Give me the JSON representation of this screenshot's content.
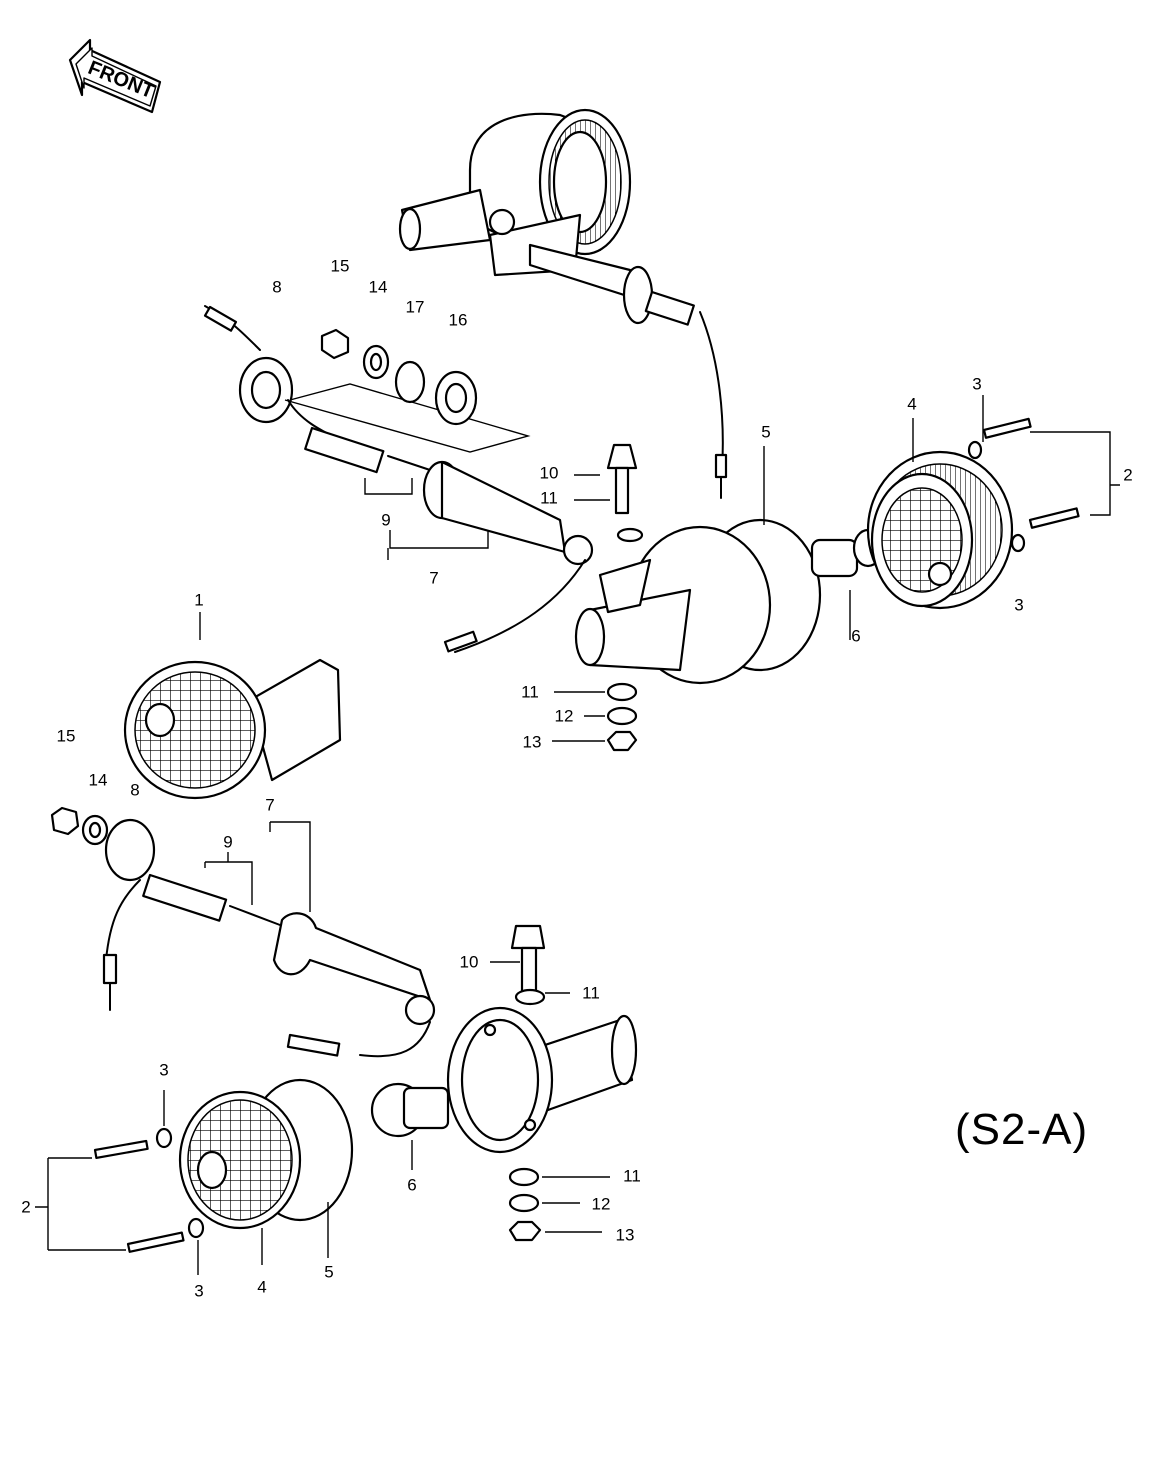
{
  "diagram": {
    "direction_label": "FRONT",
    "code": "(S2-A)"
  },
  "callouts": [
    {
      "id": "c15a",
      "text": "15"
    },
    {
      "id": "c8a",
      "text": "8"
    },
    {
      "id": "c14a",
      "text": "14"
    },
    {
      "id": "c17",
      "text": "17"
    },
    {
      "id": "c16",
      "text": "16"
    },
    {
      "id": "c3a",
      "text": "3"
    },
    {
      "id": "c4a",
      "text": "4"
    },
    {
      "id": "c5a",
      "text": "5"
    },
    {
      "id": "c2a",
      "text": "2"
    },
    {
      "id": "c10a",
      "text": "10"
    },
    {
      "id": "c11a",
      "text": "11"
    },
    {
      "id": "c9a",
      "text": "9"
    },
    {
      "id": "c7a",
      "text": "7"
    },
    {
      "id": "c6a",
      "text": "6"
    },
    {
      "id": "c3b",
      "text": "3"
    },
    {
      "id": "c1",
      "text": "1"
    },
    {
      "id": "c11b",
      "text": "11"
    },
    {
      "id": "c12a",
      "text": "12"
    },
    {
      "id": "c13a",
      "text": "13"
    },
    {
      "id": "c15b",
      "text": "15"
    },
    {
      "id": "c14b",
      "text": "14"
    },
    {
      "id": "c8b",
      "text": "8"
    },
    {
      "id": "c7b",
      "text": "7"
    },
    {
      "id": "c9b",
      "text": "9"
    },
    {
      "id": "c10b",
      "text": "10"
    },
    {
      "id": "c11c",
      "text": "11"
    },
    {
      "id": "c3c",
      "text": "3"
    },
    {
      "id": "c6b",
      "text": "6"
    },
    {
      "id": "c11d",
      "text": "11"
    },
    {
      "id": "c12b",
      "text": "12"
    },
    {
      "id": "c2b",
      "text": "2"
    },
    {
      "id": "c13b",
      "text": "13"
    },
    {
      "id": "c3d",
      "text": "3"
    },
    {
      "id": "c4b",
      "text": "4"
    },
    {
      "id": "c5b",
      "text": "5"
    }
  ]
}
